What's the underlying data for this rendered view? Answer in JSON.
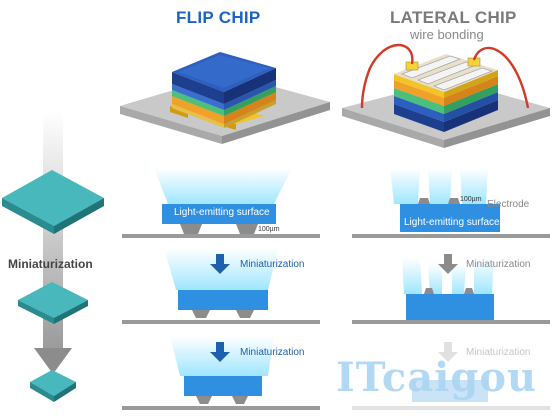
{
  "headers": {
    "left_title": "FLIP CHIP",
    "right_title": "LATERAL CHIP",
    "right_subtitle": "wire bonding"
  },
  "side": {
    "label": "Miniaturization"
  },
  "rows": [
    {
      "left_label": "Light-emitting surface",
      "left_dim": "100µm",
      "right_label": "Light-emitting surface",
      "right_dim": "100µm",
      "right_electrode": "Electrode"
    },
    {
      "left_label": "Miniaturization",
      "right_label": "Miniaturization"
    },
    {
      "left_label": "Miniaturization",
      "right_label": "Miniaturization"
    }
  ],
  "watermark": "ITcaigou",
  "colors": {
    "title_blue": "#1a64c8",
    "title_gray": "#7a7a7a",
    "arrow_blue": "#1f5fb0",
    "arrow_gray": "#8c8c8c",
    "chip_blue": "#2f8fe0",
    "glow": "#9fe6ff",
    "teal_chip": "#3aa9ad",
    "watermark": "#a9d5f2"
  },
  "icons": [
    "flip-chip-illustration",
    "lateral-chip-illustration",
    "teal-wafer-icon",
    "down-arrow-icon"
  ]
}
